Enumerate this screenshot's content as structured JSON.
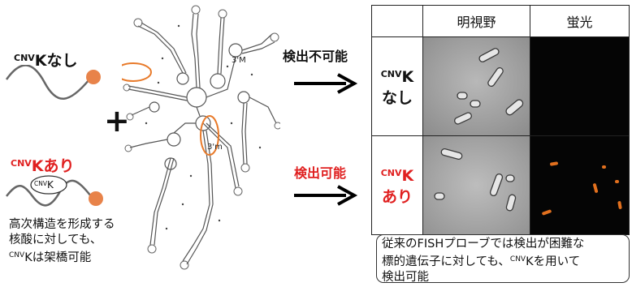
{
  "left": {
    "without_sup": "CNV",
    "without_label": "Kなし",
    "with_sup": "CNV",
    "with_label": "Kあり",
    "tag_sup": "CNV",
    "tag_base": "K",
    "plus": "+",
    "caption_line1": "高次構造を形成する",
    "caption_line2": "核酸に対しても、",
    "caption_line3_sup": "CNV",
    "caption_line3": "Kは架橋可能"
  },
  "diagram": {
    "label_3m_top": "3'M",
    "label_3m_bottom": "3'm"
  },
  "arrows": {
    "undetectable": "検出不可能",
    "detectable": "検出可能"
  },
  "grid": {
    "col_brightfield": "明視野",
    "col_fluorescence": "蛍光",
    "row1_sup": "CNV",
    "row1_base": "K",
    "row1_word": "なし",
    "row2_sup": "CNV",
    "row2_base": "K",
    "row2_word": "あり"
  },
  "note": {
    "line1": "従来のFISHプローブでは検出が困難な",
    "line2_pre": "標的遺伝子に対しても、",
    "line2_sup": "CNV",
    "line2_post": "Kを用いて",
    "line3": "検出可能"
  },
  "colors": {
    "accent_red": "#e02020",
    "bead_orange": "#e8834a",
    "ellipse_orange": "#e87a2a",
    "fluor_orange": "#e2701e"
  }
}
